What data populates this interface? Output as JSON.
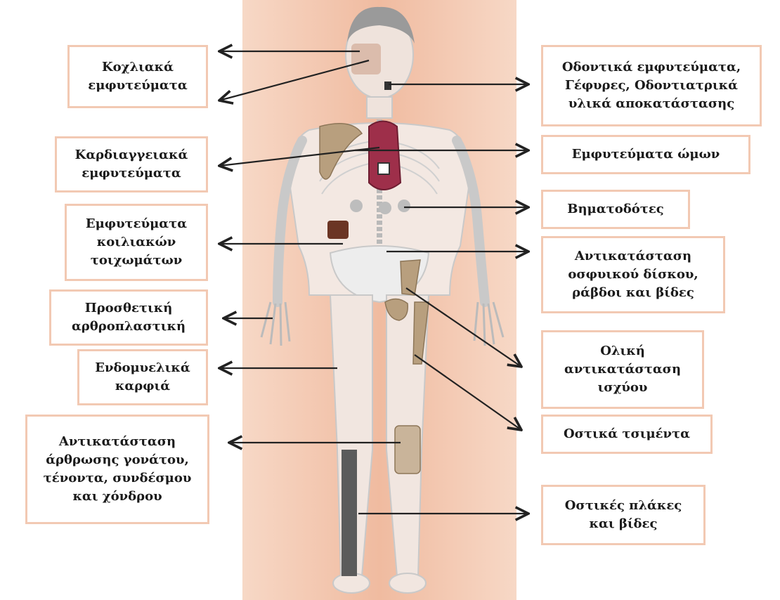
{
  "colors": {
    "body_band": "#f4c7ae",
    "box_border": "#f2c9b3",
    "arrow": "#222222",
    "skeleton": "#c9c9c9",
    "implant_bone": "#b89f7e",
    "heart": "#9e2f4a"
  },
  "labels": {
    "cochlear": [
      "Κοχλιακά",
      "εμφυτεύματα"
    ],
    "dental": [
      "Οδοντικά εμφυτεύματα,",
      "Γέφυρες, Οδοντιατρικά",
      "υλικά αποκατάστασης"
    ],
    "cardiovascular": [
      "Καρδιαγγειακά",
      "εμφυτεύματα"
    ],
    "shoulder": [
      "Εμφυτεύματα ώμων"
    ],
    "pacemakers": [
      "Βηματοδότες"
    ],
    "abdominal": [
      "Εμφυτεύματα",
      "κοιλιακών",
      "τοιχωμάτων"
    ],
    "lumbar": [
      "Αντικατάσταση",
      "οσφυικού δίσκου,",
      "ράβδοι και βίδες"
    ],
    "prosthetic": [
      "Προσθετική",
      "αρθροπλαστική"
    ],
    "hip": [
      "Ολική",
      "αντικατάσταση",
      "ισχύου"
    ],
    "intramedullary": [
      "Ενδομυελικά",
      "καρφιά"
    ],
    "bone_cement": [
      "Οστικά τσιμέντα"
    ],
    "knee": [
      "Αντικατάσταση",
      "άρθρωσης γονάτου,",
      "τένοντα, συνδέσμου",
      "και χόνδρου"
    ],
    "plates": [
      "Οστικές πλάκες",
      "και βίδες"
    ]
  }
}
